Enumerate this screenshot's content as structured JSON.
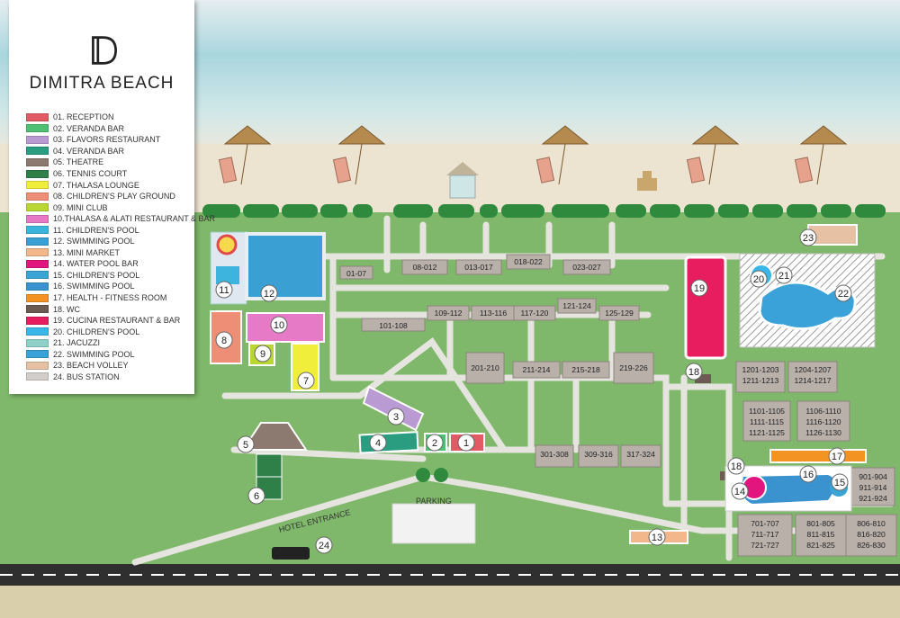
{
  "brand": {
    "name": "DIMITRA BEACH",
    "logo_letter": "D"
  },
  "legend": [
    {
      "label": "01. RECEPTION",
      "color": "#e25a63"
    },
    {
      "label": "02. VERANDA BAR",
      "color": "#4fbf71"
    },
    {
      "label": "03. FLAVORS RESTAURANT",
      "color": "#b99ad2"
    },
    {
      "label": "04. VERANDA BAR",
      "color": "#2a9c80"
    },
    {
      "label": "05. THEATRE",
      "color": "#8c7a70"
    },
    {
      "label": "06. TENNIS COURT",
      "color": "#2f7f48"
    },
    {
      "label": "07. THALASA LOUNGE",
      "color": "#f0ee3a"
    },
    {
      "label": "08. CHILDREN'S PLAY GROUND",
      "color": "#ef8e76"
    },
    {
      "label": "09. MINI CLUB",
      "color": "#b9d632"
    },
    {
      "label": "10.THALASA & ALATI RESTAURANT & BAR",
      "color": "#e77ac6"
    },
    {
      "label": "11. CHILDREN'S POOL",
      "color": "#3db4dd"
    },
    {
      "label": "12. SWIMMING POOL",
      "color": "#3a9fd2"
    },
    {
      "label": "13. MINI MARKET",
      "color": "#f2b78b"
    },
    {
      "label": "14. WATER POOL BAR",
      "color": "#e2157e"
    },
    {
      "label": "15. CHILDREN'S POOL",
      "color": "#3aa5d4"
    },
    {
      "label": "16. SWIMMING POOL",
      "color": "#3a93cf"
    },
    {
      "label": "17. HEALTH - FITNESS ROOM",
      "color": "#f39322"
    },
    {
      "label": "18. WC",
      "color": "#6b5b52"
    },
    {
      "label": "19. CUCINA RESTAURANT & BAR",
      "color": "#e71d5f"
    },
    {
      "label": "20. CHILDREN'S POOL",
      "color": "#3ab7e8"
    },
    {
      "label": "21. JACUZZI",
      "color": "#8fd1c9"
    },
    {
      "label": "22. SWIMMING POOL",
      "color": "#3aa2d8"
    },
    {
      "label": "23. BEACH VOLLEY",
      "color": "#e6c1a3"
    },
    {
      "label": "24. BUS STATION",
      "color": "#d0cdca"
    }
  ],
  "map_labels": {
    "parking": "PARKING",
    "hotel_entrance": "HOTEL ENTRANCE"
  },
  "markers": [
    {
      "n": "1"
    },
    {
      "n": "2"
    },
    {
      "n": "3"
    },
    {
      "n": "4"
    },
    {
      "n": "5"
    },
    {
      "n": "6"
    },
    {
      "n": "7"
    },
    {
      "n": "8"
    },
    {
      "n": "9"
    },
    {
      "n": "10"
    },
    {
      "n": "11"
    },
    {
      "n": "12"
    },
    {
      "n": "13"
    },
    {
      "n": "14"
    },
    {
      "n": "15"
    },
    {
      "n": "16"
    },
    {
      "n": "17"
    },
    {
      "n": "18"
    },
    {
      "n": "18"
    },
    {
      "n": "19"
    },
    {
      "n": "20"
    },
    {
      "n": "21"
    },
    {
      "n": "22"
    },
    {
      "n": "23"
    },
    {
      "n": "24"
    }
  ],
  "rooms": [
    [
      "01-07"
    ],
    [
      "08-012"
    ],
    [
      "013-017"
    ],
    [
      "018-022"
    ],
    [
      "023-027"
    ],
    [
      "101-108"
    ],
    [
      "109-112"
    ],
    [
      "113-116"
    ],
    [
      "117-120"
    ],
    [
      "121-124"
    ],
    [
      "125-129"
    ],
    [
      "201-210"
    ],
    [
      "211-214"
    ],
    [
      "215-218"
    ],
    [
      "219-226"
    ],
    [
      "301-308"
    ],
    [
      "309-316"
    ],
    [
      "317-324"
    ],
    [
      "1201-1203",
      "1211-1213"
    ],
    [
      "1204-1207",
      "1214-1217"
    ],
    [
      "1101-1105",
      "1111-1115",
      "1121-1125"
    ],
    [
      "1106-1110",
      "1116-1120",
      "1126-1130"
    ],
    [
      "901-904",
      "911-914",
      "921-924"
    ],
    [
      "701-707",
      "711-717",
      "721-727"
    ],
    [
      "801-805",
      "811-815",
      "821-825"
    ],
    [
      "806-810",
      "816-820",
      "826-830"
    ]
  ],
  "colors": {
    "grass": "#7fb86a",
    "path": "#e9e7e2",
    "building": "#b7aea8",
    "road": "#333333",
    "sand": "#ece1cd",
    "sea": "#b9dde4"
  }
}
